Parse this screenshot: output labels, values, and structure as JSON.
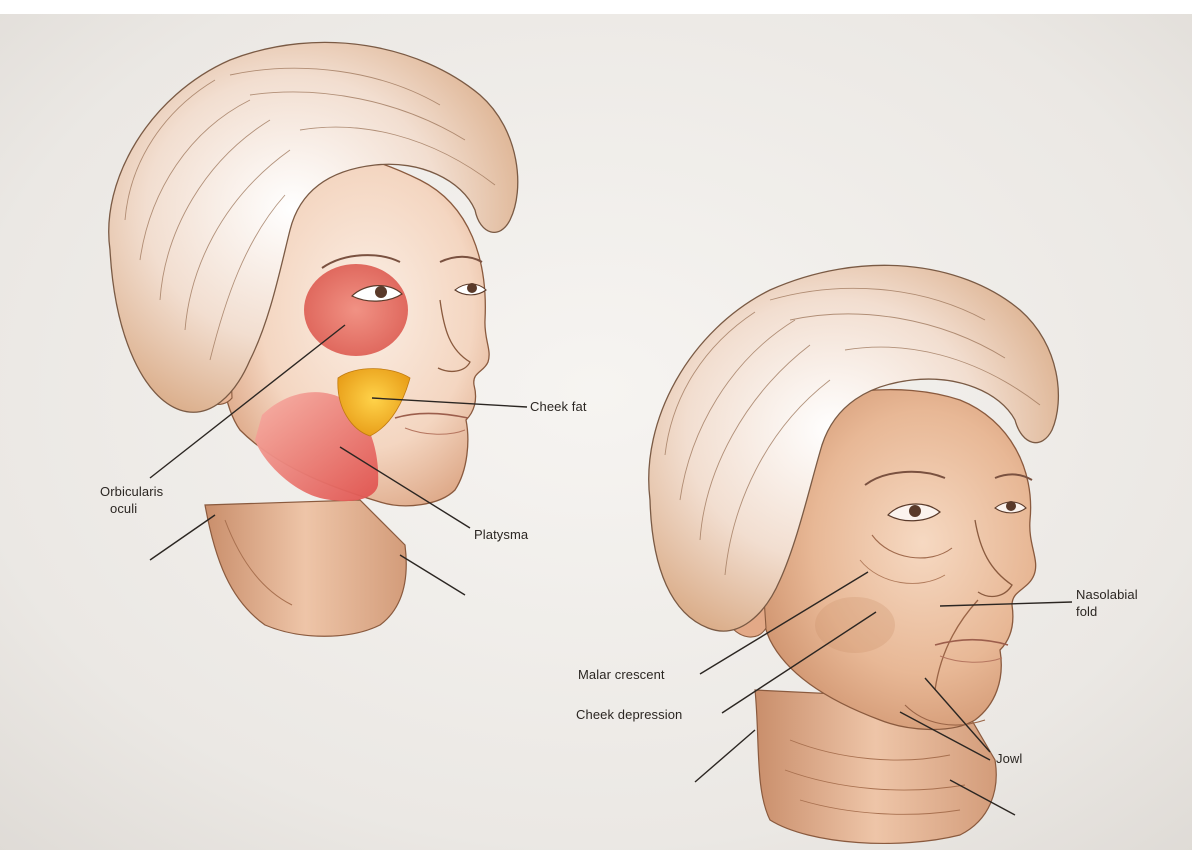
{
  "labels": {
    "orbicularis_oculi_line1": "Orbicularis",
    "orbicularis_oculi_line2": "oculi",
    "cheek_fat": "Cheek fat",
    "platysma": "Platysma",
    "nasolabial_fold_line1": "Nasolabial",
    "nasolabial_fold_line2": "fold",
    "malar_crescent": "Malar crescent",
    "cheek_depression": "Cheek depression",
    "jowl": "Jowl"
  },
  "colors": {
    "paper": "#efece8",
    "skin_light": "#f3d2bb",
    "skin_mid": "#e6b393",
    "skin_shadow": "#c98e6b",
    "hair": "#e9c9a8",
    "hair_line": "#7a5a44",
    "muscle_red": "#e25b55",
    "fat_yellow": "#f2b52a",
    "leader_line": "#2b2622"
  }
}
